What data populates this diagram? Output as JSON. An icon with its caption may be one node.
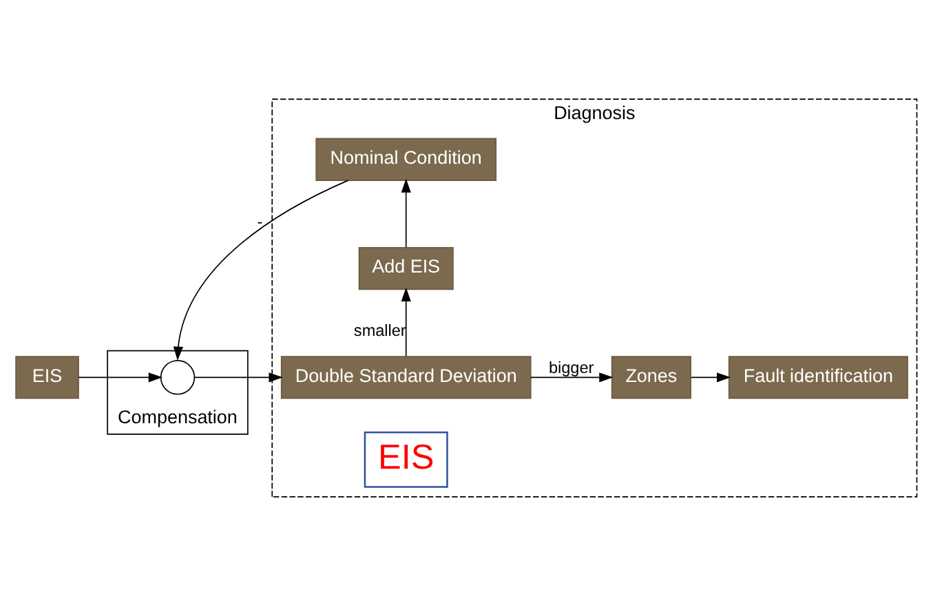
{
  "diagram": {
    "nodes": [
      {
        "text": [
          "Compensation"
        ]
      },
      {
        "text": [
          "Diagnosis"
        ]
      },
      {
        "text": [
          "EIS"
        ]
      },
      {
        "text": [],
        "shape": "circle",
        "in": 0
      },
      {
        "text": [
          "Double Standard Deviation"
        ],
        "in": 1
      },
      {
        "text": [
          "Zones"
        ],
        "in": 1
      },
      {
        "text": [
          "Fault identification"
        ],
        "in": 1
      },
      {
        "text": [
          "Add EIS"
        ],
        "in": 1
      },
      {
        "text": [
          "Nominal Condition"
        ],
        "in": 1
      },
      {
        "text": [
          "EIS"
        ],
        "in": 1
      }
    ],
    "edges": [
      {
        "from": 2,
        "to": 3,
        "arrow": "to"
      },
      {
        "from": 3,
        "to": 4,
        "arrow": "to"
      },
      {
        "from": 4,
        "to": 5,
        "arrow": "to",
        "label": "bigger"
      },
      {
        "from": 5,
        "to": 6,
        "arrow": "to"
      },
      {
        "from": 4,
        "to": 7,
        "arrow": "to",
        "label": "smaller"
      },
      {
        "from": 7,
        "to": 8,
        "arrow": "to"
      },
      {
        "from": 8,
        "to": 3,
        "arrow": "to",
        "label": "-"
      }
    ]
  }
}
